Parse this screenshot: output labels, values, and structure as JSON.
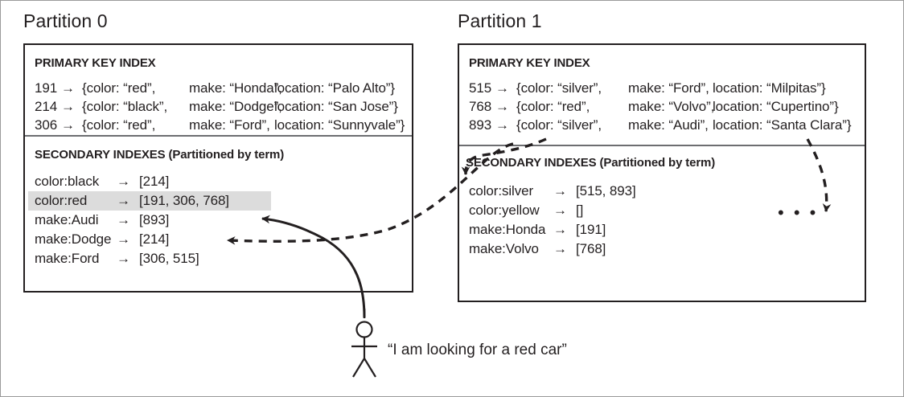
{
  "partitions": [
    {
      "title": "Partition 0",
      "primary": {
        "heading": "PRIMARY KEY INDEX",
        "rows": [
          {
            "key": "191",
            "arrow": "→",
            "color": "{color: “red”,",
            "make": "make: “Honda”,",
            "location": "location: “Palo Alto”}"
          },
          {
            "key": "214",
            "arrow": "→",
            "color": "{color: “black”,",
            "make": "make: “Dodge”,",
            "location": "location: “San Jose”}"
          },
          {
            "key": "306",
            "arrow": "→",
            "color": "{color: “red”,",
            "make": "make: “Ford”,",
            "location": "location: “Sunnyvale”}"
          }
        ]
      },
      "secondary": {
        "heading": "SECONDARY INDEXES (Partitioned by term)",
        "rows": [
          {
            "term": "color:black",
            "arrow": "→",
            "values": "[214]",
            "highlight": false
          },
          {
            "term": "color:red",
            "arrow": "→",
            "values": "[191, 306, 768]",
            "highlight": true
          },
          {
            "term": "make:Audi",
            "arrow": "→",
            "values": "[893]",
            "highlight": false
          },
          {
            "term": "make:Dodge",
            "arrow": "→",
            "values": "[214]",
            "highlight": false
          },
          {
            "term": "make:Ford",
            "arrow": "→",
            "values": "[306, 515]",
            "highlight": false
          }
        ],
        "ellipsis": null
      }
    },
    {
      "title": "Partition 1",
      "primary": {
        "heading": "PRIMARY KEY INDEX",
        "rows": [
          {
            "key": "515",
            "arrow": "→",
            "color": "{color: “silver”,",
            "make": "make: “Ford”,",
            "location": "location: “Milpitas”}"
          },
          {
            "key": "768",
            "arrow": "→",
            "color": "{color: “red”,",
            "make": "make: “Volvo”,",
            "location": "location: “Cupertino”}"
          },
          {
            "key": "893",
            "arrow": "→",
            "color": "{color: “silver”,",
            "make": "make: “Audi”,",
            "location": "location: “Santa Clara”}"
          }
        ]
      },
      "secondary": {
        "heading": "SECONDARY INDEXES (Partitioned by term)",
        "rows": [
          {
            "term": "color:silver",
            "arrow": "→",
            "values": "[515, 893]",
            "highlight": false
          },
          {
            "term": "color:yellow",
            "arrow": "→",
            "values": "[]",
            "highlight": false
          },
          {
            "term": "make:Honda",
            "arrow": "→",
            "values": "[191]",
            "highlight": false
          },
          {
            "term": "make:Volvo",
            "arrow": "→",
            "values": "[768]",
            "highlight": false
          }
        ],
        "ellipsis": "• • •"
      }
    }
  ],
  "user": {
    "query": "“I am looking for a red car”",
    "figure": "stick-figure"
  },
  "colors": {
    "ink": "#231f20",
    "highlight": "#dcdcdc",
    "divider": "#6d6e71",
    "outer_border": "#9a9a9a"
  }
}
